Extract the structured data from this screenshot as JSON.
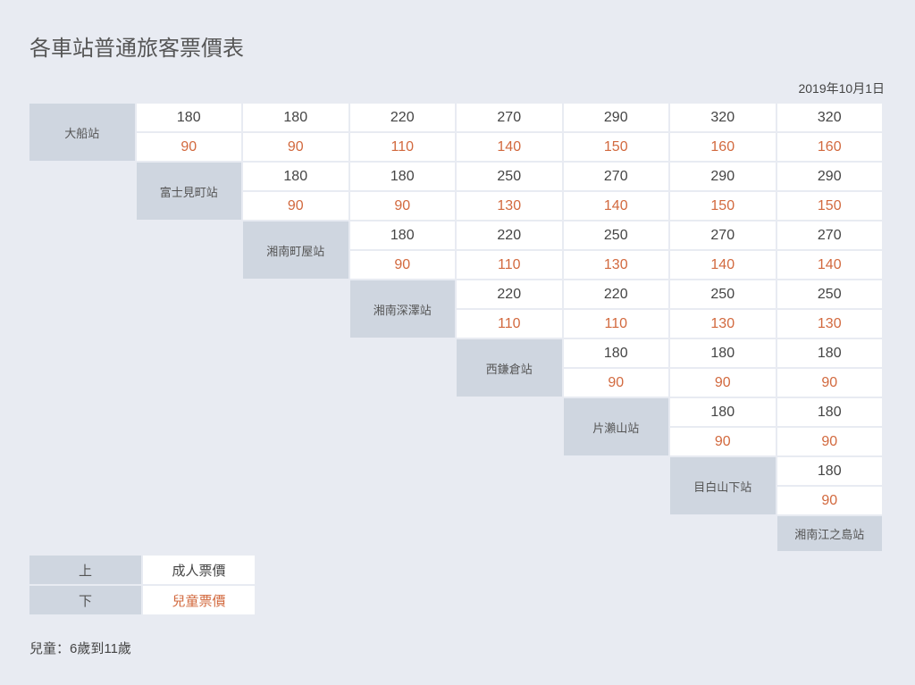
{
  "title": "各車站普通旅客票價表",
  "date": "2019年10月1日",
  "stations": [
    "大船站",
    "富士見町站",
    "湘南町屋站",
    "湘南深澤站",
    "西鎌倉站",
    "片瀨山站",
    "目白山下站",
    "湘南江之島站"
  ],
  "fares": [
    {
      "adult": [
        "180",
        "180",
        "220",
        "270",
        "290",
        "320",
        "320"
      ],
      "child": [
        "90",
        "90",
        "110",
        "140",
        "150",
        "160",
        "160"
      ]
    },
    {
      "adult": [
        "180",
        "180",
        "250",
        "270",
        "290",
        "290"
      ],
      "child": [
        "90",
        "90",
        "130",
        "140",
        "150",
        "150"
      ]
    },
    {
      "adult": [
        "180",
        "220",
        "250",
        "270",
        "270"
      ],
      "child": [
        "90",
        "110",
        "130",
        "140",
        "140"
      ]
    },
    {
      "adult": [
        "220",
        "220",
        "250",
        "250"
      ],
      "child": [
        "110",
        "110",
        "130",
        "130"
      ]
    },
    {
      "adult": [
        "180",
        "180",
        "180"
      ],
      "child": [
        "90",
        "90",
        "90"
      ]
    },
    {
      "adult": [
        "180",
        "180"
      ],
      "child": [
        "90",
        "90"
      ]
    },
    {
      "adult": [
        "180"
      ],
      "child": [
        "90"
      ]
    }
  ],
  "legend": [
    {
      "key": "上",
      "label": "成人票價"
    },
    {
      "key": "下",
      "label": "兒童票價"
    }
  ],
  "colors": {
    "background": "#e8ebf2",
    "station_cell": "#cfd6e0",
    "child_fare": "#d2693e"
  },
  "note": "兒童：6歲到11歲"
}
